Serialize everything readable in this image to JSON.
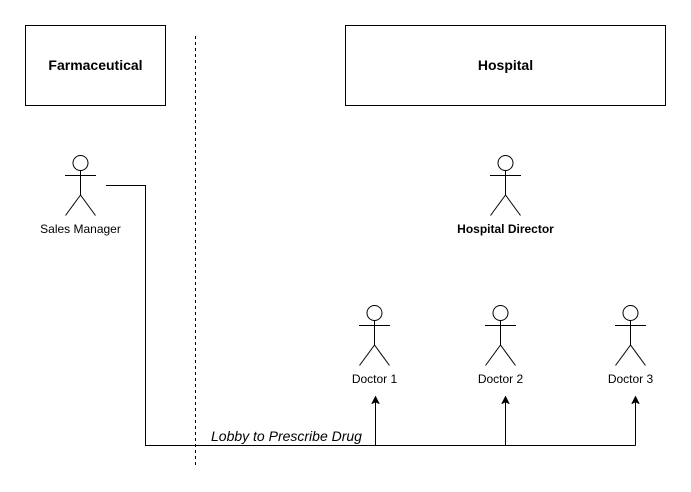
{
  "boxes": {
    "pharma": {
      "title": "Farmaceutical"
    },
    "hospital": {
      "title": "Hospital"
    }
  },
  "actors": {
    "sales_manager": {
      "label": "Sales Manager"
    },
    "hospital_director": {
      "label": "Hospital Director"
    },
    "doctor_1": {
      "label": "Doctor 1"
    },
    "doctor_2": {
      "label": "Doctor 2"
    },
    "doctor_3": {
      "label": "Doctor 3"
    }
  },
  "edge": {
    "label": "Lobby to Prescribe Drug"
  }
}
